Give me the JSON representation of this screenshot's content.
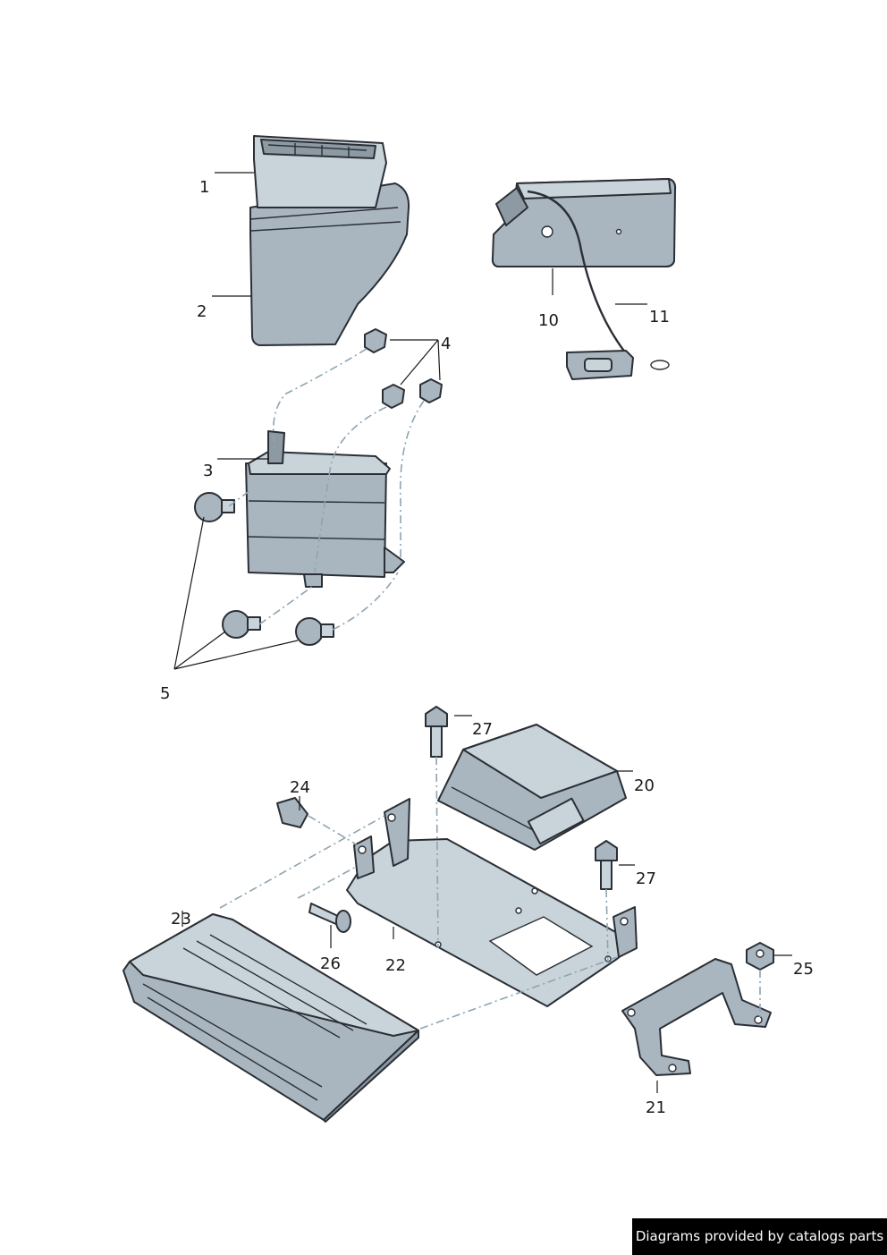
{
  "labels": {
    "l1": "1",
    "l2": "2",
    "l3": "3",
    "l4": "4",
    "l5": "5",
    "l10": "10",
    "l11": "11",
    "l20": "20",
    "l21": "21",
    "l22": "22",
    "l23": "23",
    "l24": "24",
    "l25": "25",
    "l26": "26",
    "l27a": "27",
    "l27b": "27"
  },
  "credit": "Diagrams provided by catalogs parts",
  "colors": {
    "part_fill": "#aab6bf",
    "outline": "#2a2f35",
    "dashed": "#8fa4b0",
    "credit_bg": "#000000"
  }
}
